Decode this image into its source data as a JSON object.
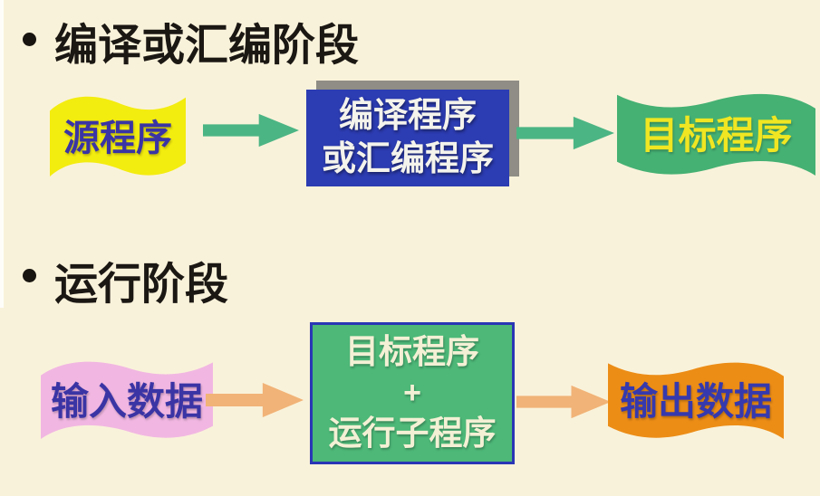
{
  "canvas": {
    "bg": "#f9f2da",
    "text_color": "#1b1713"
  },
  "sections": [
    {
      "heading": "编译或汇编阶段",
      "arrow_color": "#4cb584",
      "source": {
        "label": "源程序",
        "bg": "#f3ec0f",
        "fg": "#3a34a5"
      },
      "processor": {
        "line1": "编译程序",
        "line2": "或汇编程序",
        "bg": "#2c3cb2",
        "fg": "#f4f3ec",
        "shadow": "#8f8d85"
      },
      "target": {
        "label": "目标程序",
        "bg": "#45b173",
        "fg": "#f0e622"
      }
    },
    {
      "heading": "运行阶段",
      "arrow_color": "#f1b377",
      "input": {
        "label": "输入数据",
        "bg": "#f1b7e2",
        "fg": "#3a34a5"
      },
      "runtime": {
        "line1": "目标程序",
        "line2": "+",
        "line3": "运行子程序",
        "bg": "#4db878",
        "fg": "#f3f0d5",
        "border": "#2a36b5"
      },
      "output": {
        "label": "输出数据",
        "bg": "#ec8d16",
        "fg": "#3639ad"
      }
    }
  ]
}
